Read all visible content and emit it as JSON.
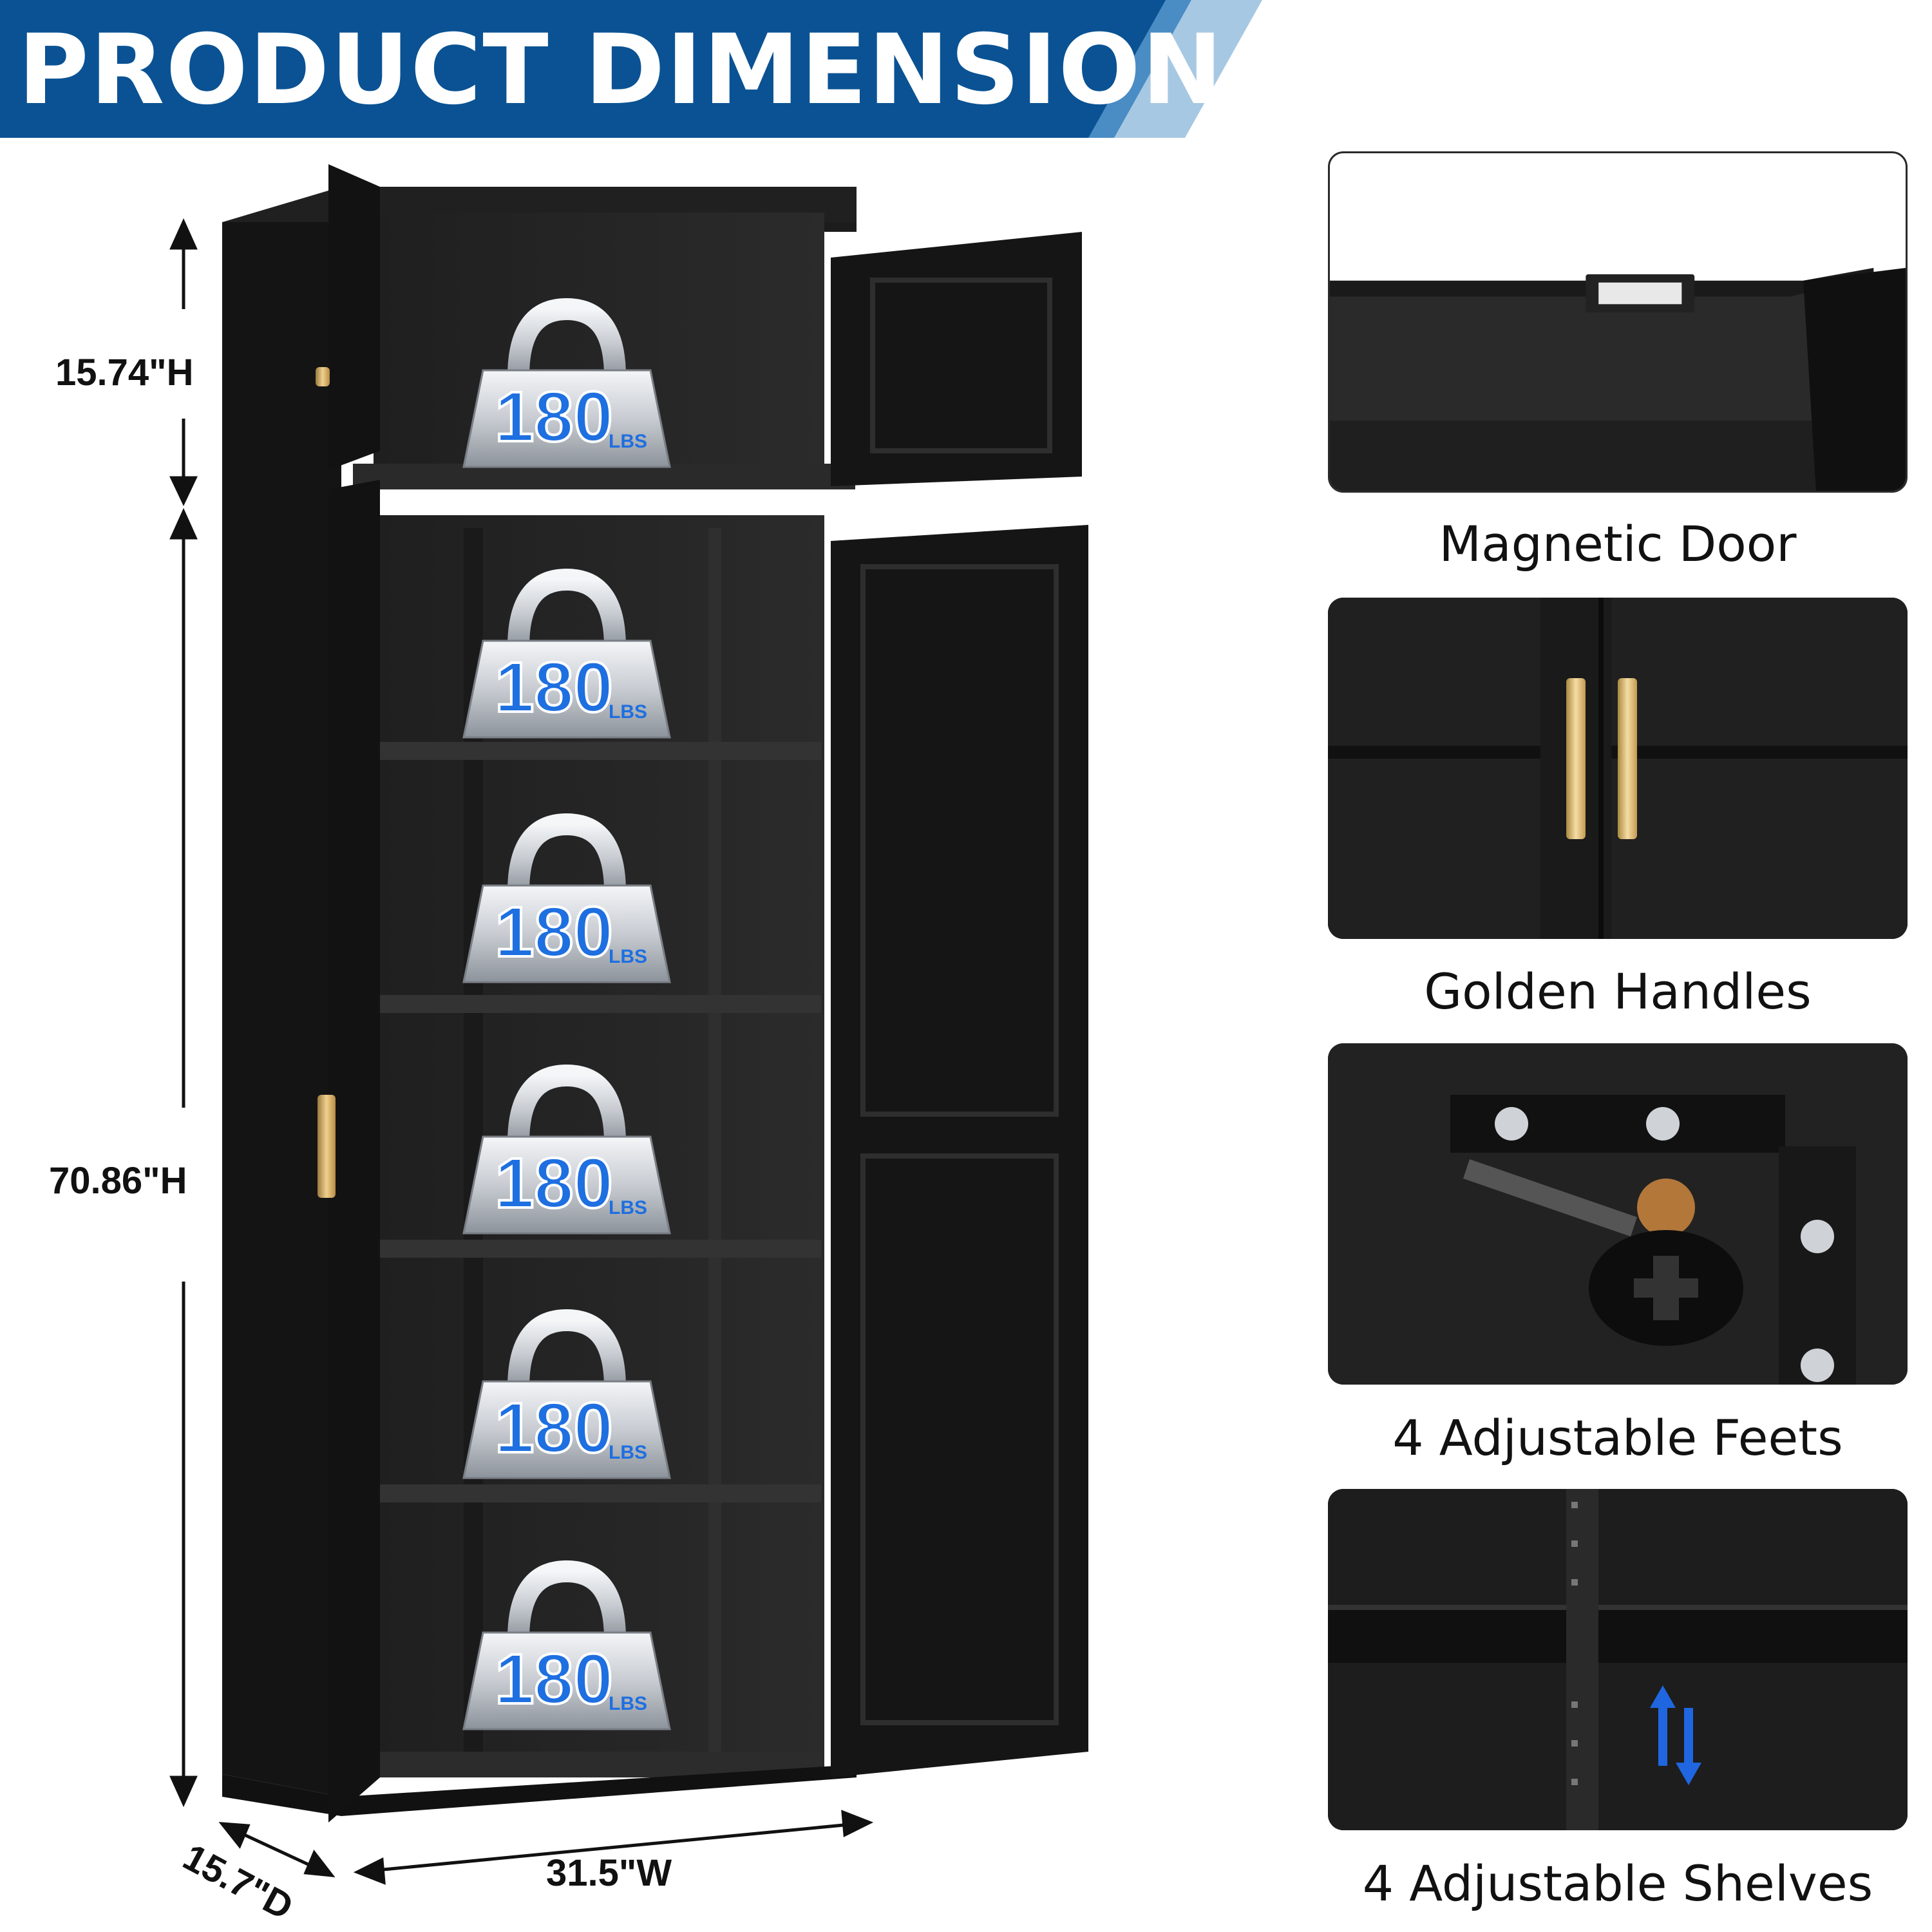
{
  "banner": {
    "title": "PRODUCT DIMENSION",
    "colors": {
      "primary": "#0a5293",
      "stripe_mid": "#4a8cc4",
      "stripe_light": "#a7c8e2"
    }
  },
  "dimensions": {
    "top_height": "15.74\"H",
    "main_height": "70.86\"H",
    "width": "31.5\"W",
    "depth": "15.7\"D"
  },
  "load_badges": {
    "value": "180",
    "unit": "LBS",
    "count": 6
  },
  "features": [
    {
      "label": "Magnetic Door"
    },
    {
      "label": "Golden Handles"
    },
    {
      "label": "4 Adjustable Feets"
    },
    {
      "label": "4 Adjustable Shelves"
    }
  ],
  "colors": {
    "cabinet": "#1a1a1a",
    "interior": "#232323",
    "handle_gold": "#d9b26a",
    "badge_blue": "#1e6fe0",
    "badge_silver": "#c8ccd2"
  }
}
